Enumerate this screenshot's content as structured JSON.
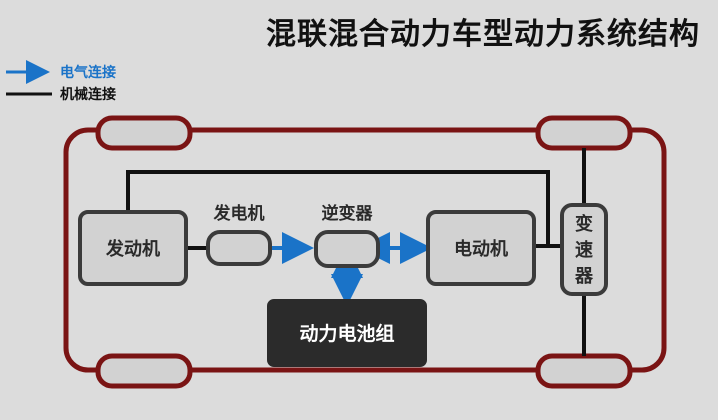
{
  "title": "混联混合动力车型动力系统结构",
  "legend": {
    "electric": {
      "label": "电气连接",
      "color": "#1a73c8"
    },
    "mechanical": {
      "label": "机械连接",
      "color": "#111111"
    }
  },
  "components": {
    "engine": "发动机",
    "generator": "发电机",
    "inverter": "逆变器",
    "motor": "电动机",
    "transmission": [
      "变",
      "速",
      "器"
    ],
    "battery": "动力电池组"
  },
  "colors": {
    "frame": "#7a1414",
    "box_fill": "#d2d2d2",
    "box_stroke": "#3b3b3b",
    "battery_fill": "#2b2b2b"
  }
}
